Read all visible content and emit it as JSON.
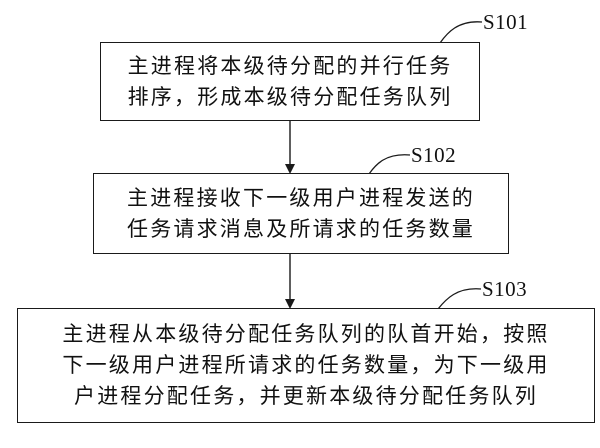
{
  "steps": [
    {
      "label": "S101",
      "lines": [
        "主进程将本级待分配的并行任务",
        "排序，形成本级待分配任务队列"
      ]
    },
    {
      "label": "S102",
      "lines": [
        "主进程接收下一级用户进程发送的",
        "任务请求消息及所请求的任务数量"
      ]
    },
    {
      "label": "S103",
      "lines": [
        "主进程从本级待分配任务队列的队首开始，按照",
        "下一级用户进程所请求的任务数量，为下一级用",
        "户进程分配任务，并更新本级待分配任务队列"
      ]
    }
  ],
  "colors": {
    "line": "#1a1a1a",
    "text": "#111111",
    "background": "#ffffff"
  }
}
